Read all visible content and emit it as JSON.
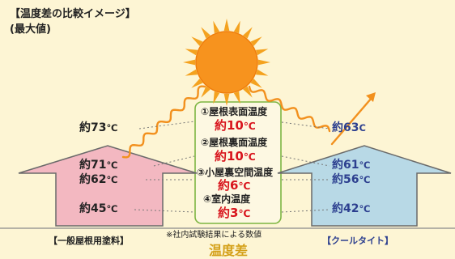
{
  "title": {
    "line1": "【温度差の比較イメージ】",
    "line2": "(最大値)"
  },
  "conventional": {
    "label": "【一般屋根用塗料】",
    "temps": [
      {
        "num": "約73",
        "unit": "℃"
      },
      {
        "num": "約71",
        "unit": "℃"
      },
      {
        "num": "約62",
        "unit": "℃"
      },
      {
        "num": "約45",
        "unit": "℃"
      }
    ]
  },
  "cooltight": {
    "label": "【クールタイト】",
    "temps": [
      {
        "num": "約63",
        "unit": "C"
      },
      {
        "num": "約61",
        "unit": "℃"
      },
      {
        "num": "約56",
        "unit": "℃"
      },
      {
        "num": "約42",
        "unit": "℃"
      }
    ]
  },
  "differences": [
    {
      "label": "①屋根表面温度",
      "num": "約10",
      "unit": "℃"
    },
    {
      "label": "②屋根裏面温度",
      "num": "約10",
      "unit": "℃"
    },
    {
      "label": "③小屋裏空間温度",
      "num": "約6",
      "unit": "℃"
    },
    {
      "label": "④室内温度",
      "num": "約3",
      "unit": "℃"
    }
  ],
  "note": "※社内試験結果による数値",
  "bottom_label": "温度差",
  "colors": {
    "background": "#fdf5d4",
    "sun": "#f7931e",
    "conventional_house": "#f3b8c1",
    "cooltight_house": "#b8d9e6",
    "house_outline": "#6a6a6a",
    "difference_red": "#d8141c",
    "cooltight_blue": "#2c3f8f",
    "box_outline": "#7db542"
  }
}
